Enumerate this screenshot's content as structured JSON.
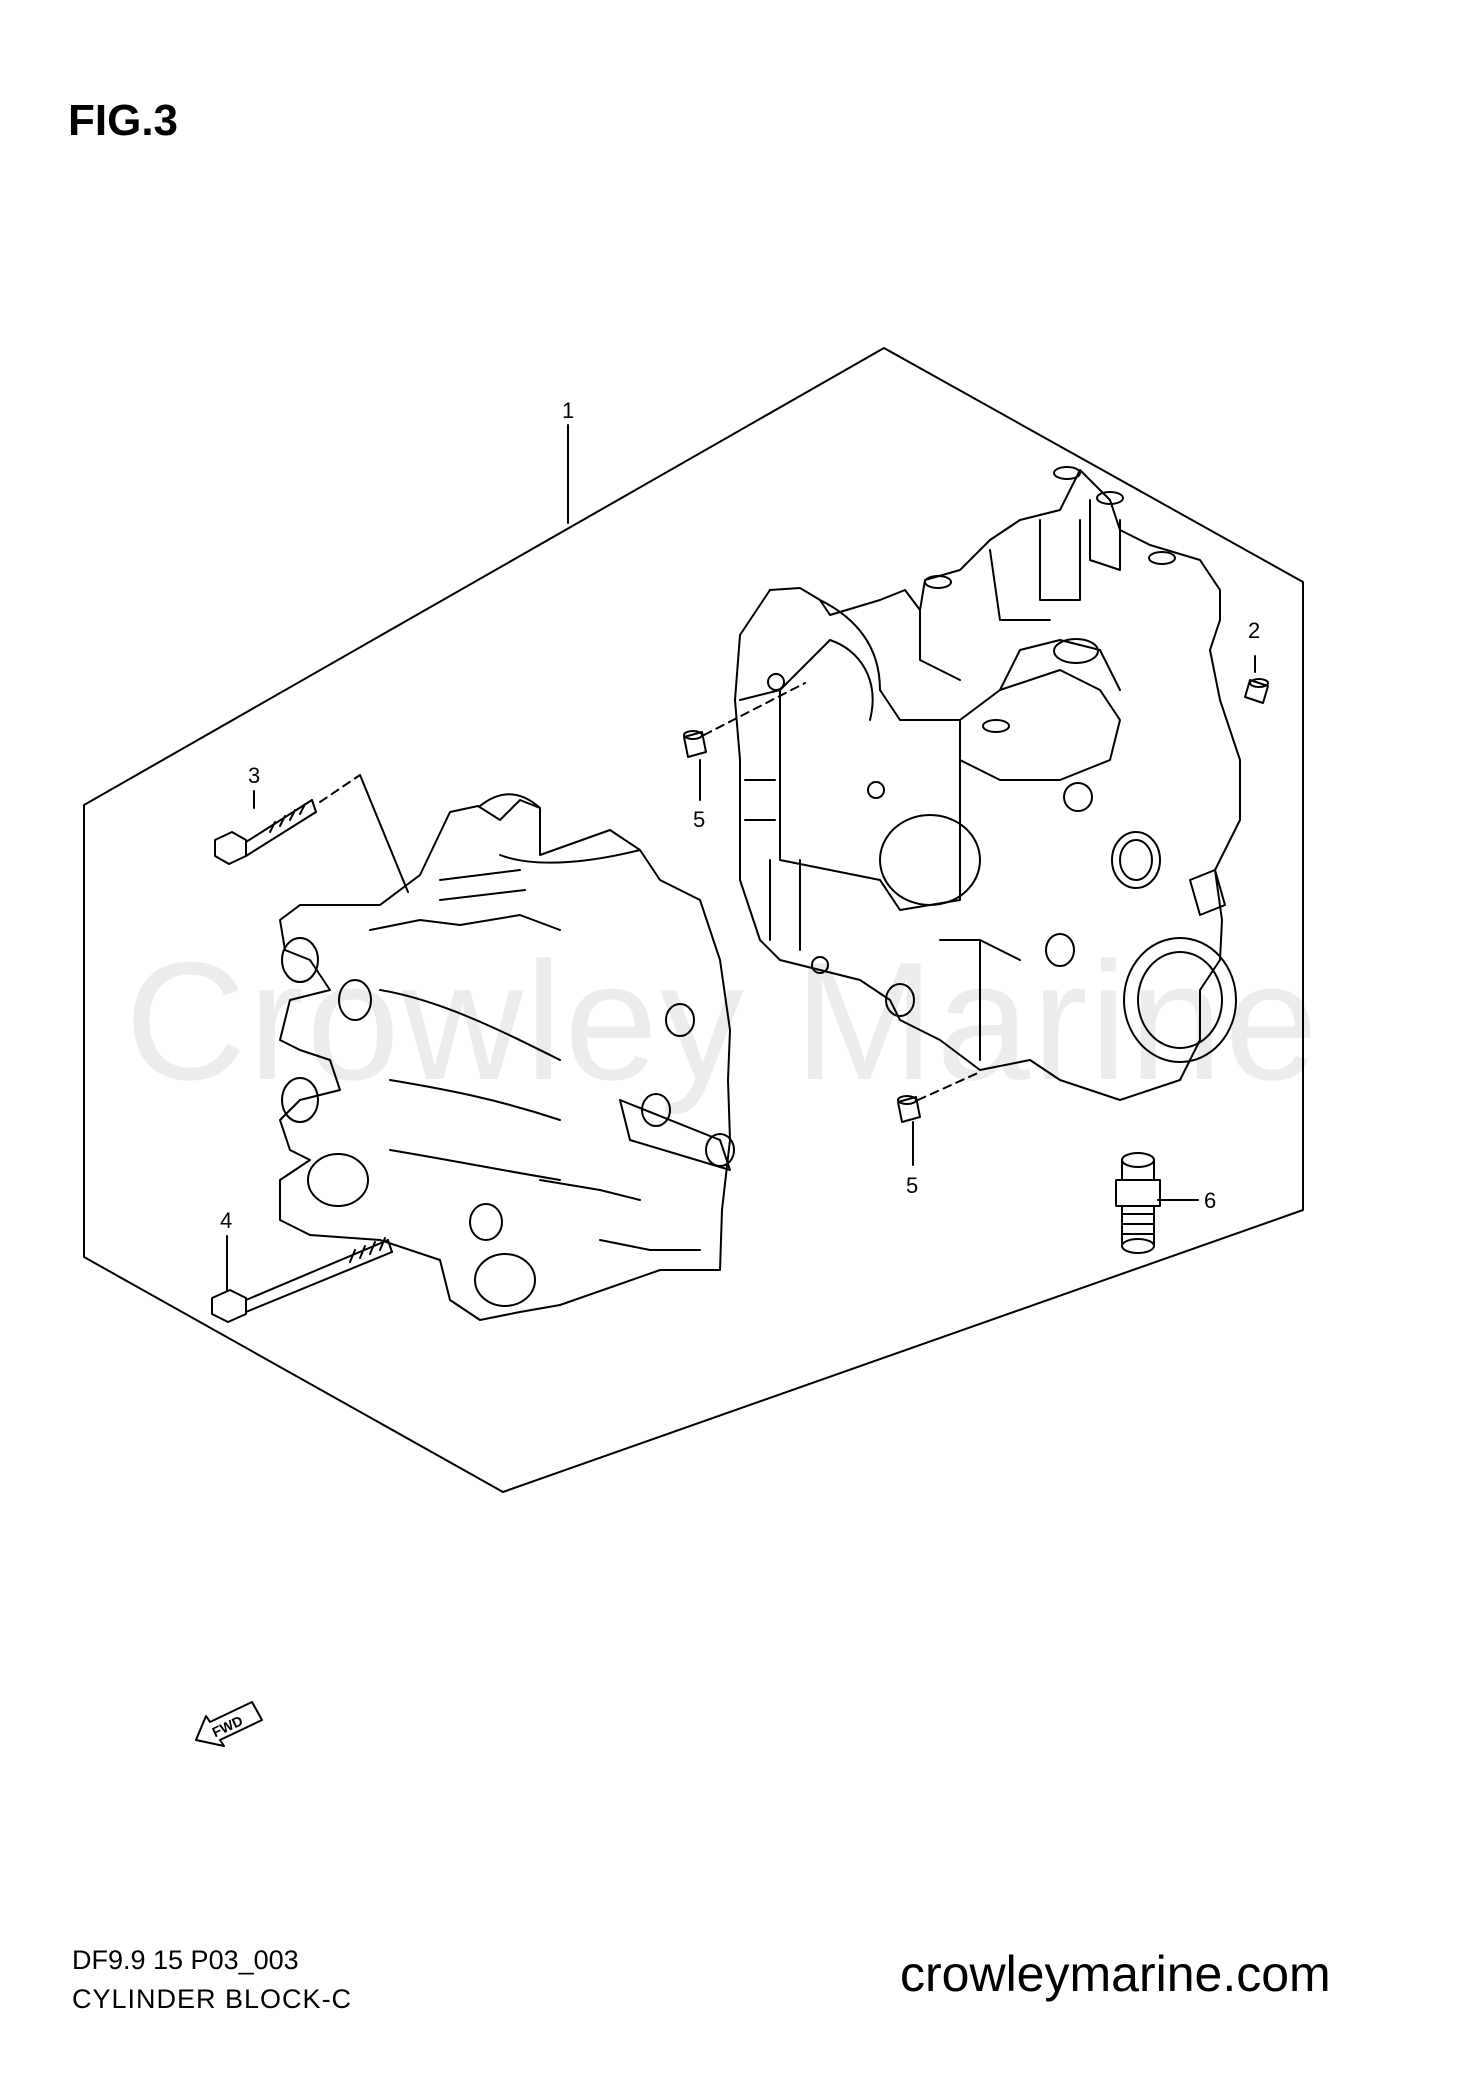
{
  "figure": {
    "title": "FIG.3"
  },
  "watermark": "Crowley Marine",
  "parts": [
    {
      "ref": "1",
      "name": "cylinder-block-assembly"
    },
    {
      "ref": "2",
      "name": "dowel-pin"
    },
    {
      "ref": "3",
      "name": "short-bolt"
    },
    {
      "ref": "4",
      "name": "long-bolt"
    },
    {
      "ref": "5",
      "name": "dowel-pin-upper"
    },
    {
      "ref": "5",
      "name": "dowel-pin-lower"
    },
    {
      "ref": "6",
      "name": "fitting"
    }
  ],
  "fwd_label": "FWD",
  "footer": {
    "diagram_code": "DF9.9 15 P03_003",
    "caption": "CYLINDER BLOCK-C",
    "website": "crowleymarine.com"
  }
}
